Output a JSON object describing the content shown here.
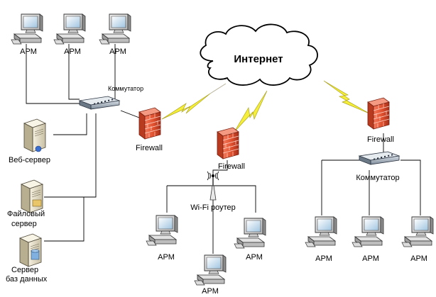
{
  "cloud": {
    "label": "Интернет"
  },
  "workstations": {
    "top": [
      "АРМ",
      "АРМ",
      "АРМ"
    ],
    "wifi": [
      "АРМ",
      "АРМ",
      "АРМ"
    ],
    "right": [
      "АРМ",
      "АРМ",
      "АРМ"
    ]
  },
  "switches": {
    "left": "Коммутатор",
    "right": "Коммутатор"
  },
  "firewalls": [
    "Firewall",
    "Firewall",
    "Firewall"
  ],
  "router": {
    "label": "Wi-Fi роутер"
  },
  "servers": {
    "web": {
      "line1": "Веб-сервер"
    },
    "file": {
      "line1": "Файловый",
      "line2": "сервер"
    },
    "db": {
      "line1": "Сервер",
      "line2": "баз данных"
    }
  },
  "colors": {
    "cloud_fill": "#ffffff",
    "firewall": "#e0502e",
    "lightning": "#f6ef3a",
    "switch": "#9aa7b6",
    "monitor_screen": "#cfe3f2",
    "server_body": "#e9e3cf"
  }
}
